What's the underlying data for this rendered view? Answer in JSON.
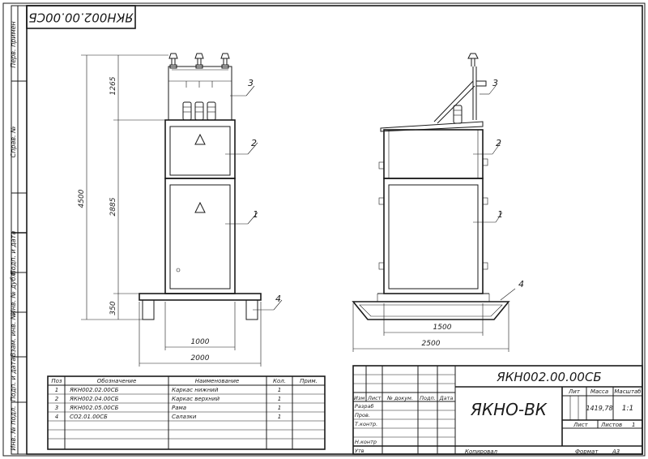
{
  "frame": {
    "stamp_top": "ЯКН002.00.00СБ",
    "side_labels": [
      "Перв. примен",
      "Справ. №",
      "Подп. и дата",
      "Инв. № дубл.",
      "Взам. инв. №",
      "Подп. и дата",
      "Инв. № подл."
    ]
  },
  "front_view": {
    "dims": {
      "total_h": "4500",
      "top_h": "1265",
      "mid_h": "2885",
      "skid_h": "350",
      "body_w": "1000",
      "skid_w": "2000"
    },
    "callouts": [
      "1",
      "2",
      "3",
      "4"
    ]
  },
  "side_view": {
    "dims": {
      "body_w": "1500",
      "skid_w": "2500"
    },
    "callouts": [
      "1",
      "2",
      "3",
      "4"
    ]
  },
  "spec_table": {
    "headers": [
      "Поз",
      "Обозначение",
      "Наименование",
      "Кол.",
      "Прим."
    ],
    "rows": [
      [
        "1",
        "ЯКН002.02.00СБ",
        "Каркас нижний",
        "1",
        ""
      ],
      [
        "2",
        "ЯКН002.04.00СБ",
        "Каркас верхний",
        "1",
        ""
      ],
      [
        "3",
        "ЯКН002.05.00СБ",
        "Рама",
        "1",
        ""
      ],
      [
        "4",
        "СО2.01.00СБ",
        "Салазки",
        "1",
        ""
      ]
    ]
  },
  "title_block": {
    "designation": "ЯКН002.00.00СБ",
    "name": "ЯКНО-ВК",
    "col_headers": [
      "Изм",
      "Лист",
      "№ докум.",
      "Подп.",
      "Дата"
    ],
    "roles": [
      "Разраб",
      "Пров.",
      "Т.контр.",
      "Н.контр",
      "Утв"
    ],
    "lit_label": "Лит",
    "mass_label": "Масса",
    "scale_label": "Масштаб",
    "mass_value": "1419,78",
    "scale_value": "1:1",
    "sheet_label": "Лист",
    "sheets_label": "Листов",
    "sheets_value": "1",
    "copied_label": "Копировал",
    "format_label": "Формат",
    "format_value": "А3"
  }
}
